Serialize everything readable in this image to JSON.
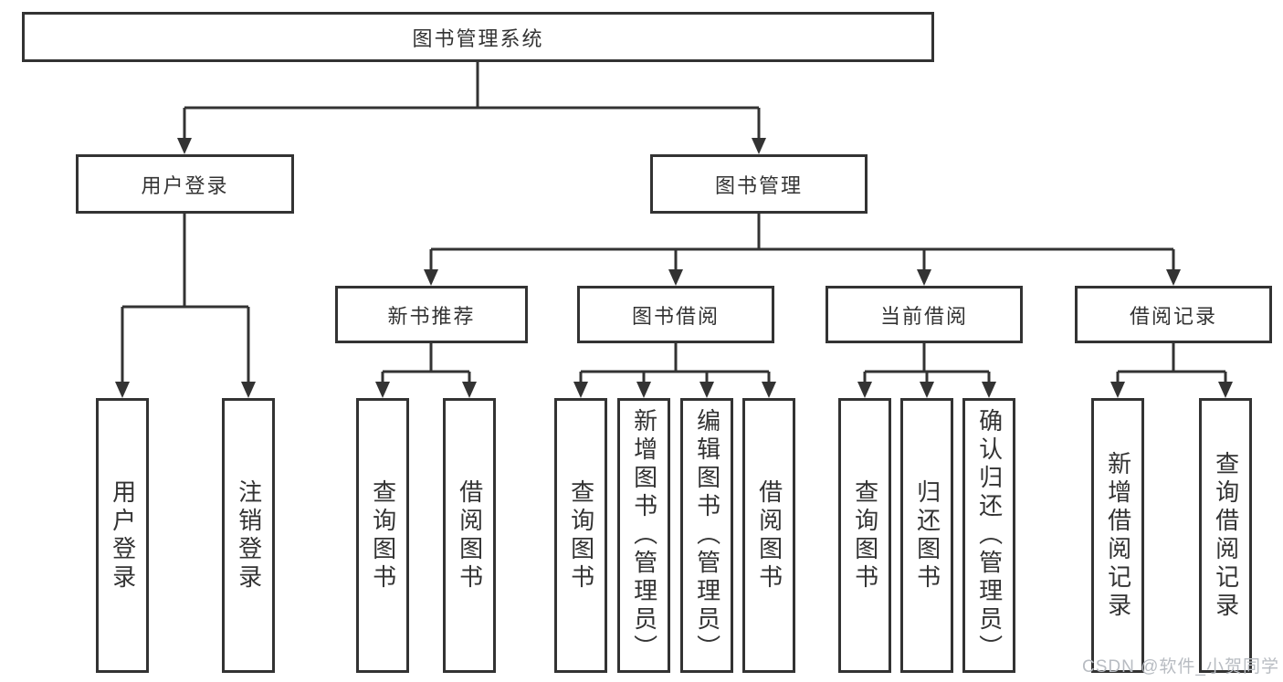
{
  "diagram": {
    "root": {
      "label": "图书管理系统"
    },
    "level2": [
      {
        "label": "用户登录"
      },
      {
        "label": "图书管理"
      }
    ],
    "level3": [
      {
        "label": "新书推荐"
      },
      {
        "label": "图书借阅"
      },
      {
        "label": "当前借阅"
      },
      {
        "label": "借阅记录"
      }
    ],
    "leaves": [
      {
        "label": "用户登录"
      },
      {
        "label": "注销登录"
      },
      {
        "label": "查询图书"
      },
      {
        "label": "借阅图书"
      },
      {
        "label": "查询图书"
      },
      {
        "label": "新增图书（管理员）"
      },
      {
        "label": "编辑图书（管理员）"
      },
      {
        "label": "借阅图书"
      },
      {
        "label": "查询图书"
      },
      {
        "label": "归还图书"
      },
      {
        "label": "确认归还（管理员）"
      },
      {
        "label": "新增借阅记录"
      },
      {
        "label": "查询借阅记录"
      }
    ]
  },
  "watermark": {
    "text": "CSDN @软件_小贺同学",
    "color": "#b8bcc2"
  },
  "colors": {
    "line": "#333333",
    "box_border": "#333333",
    "text": "#333333",
    "background": "#ffffff"
  }
}
